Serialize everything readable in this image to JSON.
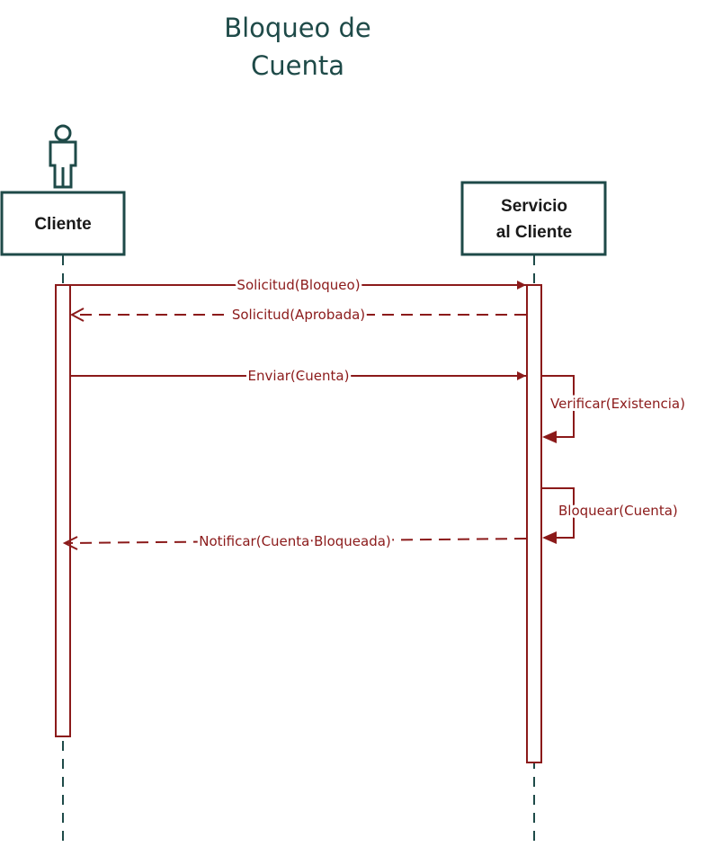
{
  "title": [
    "Bloqueo de",
    "Cuenta"
  ],
  "participants": {
    "cliente": {
      "name": [
        "Cliente"
      ],
      "has_actor_icon": true
    },
    "servicio": {
      "name": [
        "Servicio",
        "al Cliente"
      ],
      "has_actor_icon": false
    }
  },
  "messages": [
    {
      "label": "Solicitud(Bloqueo)",
      "from": "cliente",
      "to": "servicio",
      "kind": "sync"
    },
    {
      "label": "Solicitud(Aprobada)",
      "from": "servicio",
      "to": "cliente",
      "kind": "return"
    },
    {
      "label": "Enviar(Cuenta)",
      "from": "cliente",
      "to": "servicio",
      "kind": "sync"
    },
    {
      "label": "Verificar(Existencia)",
      "from": "servicio",
      "to": "servicio",
      "kind": "self"
    },
    {
      "label": "Bloquear(Cuenta)",
      "from": "servicio",
      "to": "servicio",
      "kind": "self"
    },
    {
      "label": "Notificar(Cuenta Bloqueada)",
      "from": "servicio",
      "to": "cliente",
      "kind": "return"
    }
  ],
  "colors": {
    "title": "#1e4a48",
    "box_border": "#1e4a48",
    "message": "#8b1a1a",
    "lifeline": "#1e4a48",
    "actor_icon": "#1e4a48"
  }
}
